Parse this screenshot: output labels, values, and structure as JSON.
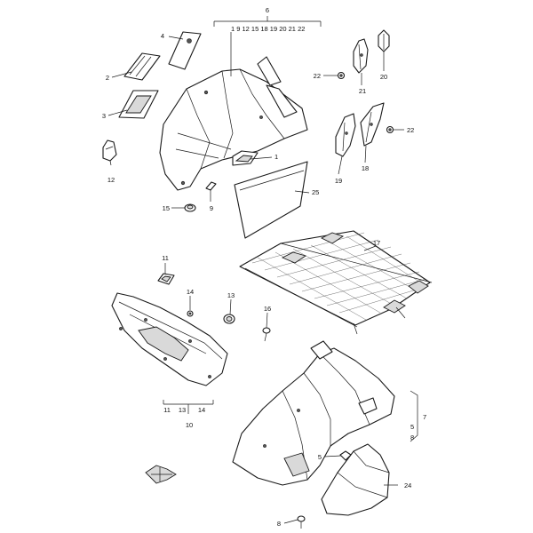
{
  "labels": {
    "c1": "1",
    "c2": "2",
    "c3": "3",
    "c4": "4",
    "c5_right": "5",
    "c5": "5",
    "c6": "6",
    "c7": "7",
    "c8_right": "8",
    "c8": "8",
    "c9": "9",
    "c10": "10",
    "c11": "11",
    "c12": "12",
    "c13": "13",
    "c14": "14",
    "c15": "15",
    "c16": "16",
    "c17": "17",
    "c18": "18",
    "c19": "19",
    "c20": "20",
    "c21": "21",
    "c22_top": "22",
    "c22_mid": "22",
    "c24": "24",
    "c25": "25"
  },
  "groups": {
    "g6_items": "1  9  12  15  18  19  20  21  22",
    "g10_items": [
      "11",
      "13",
      "14"
    ]
  }
}
